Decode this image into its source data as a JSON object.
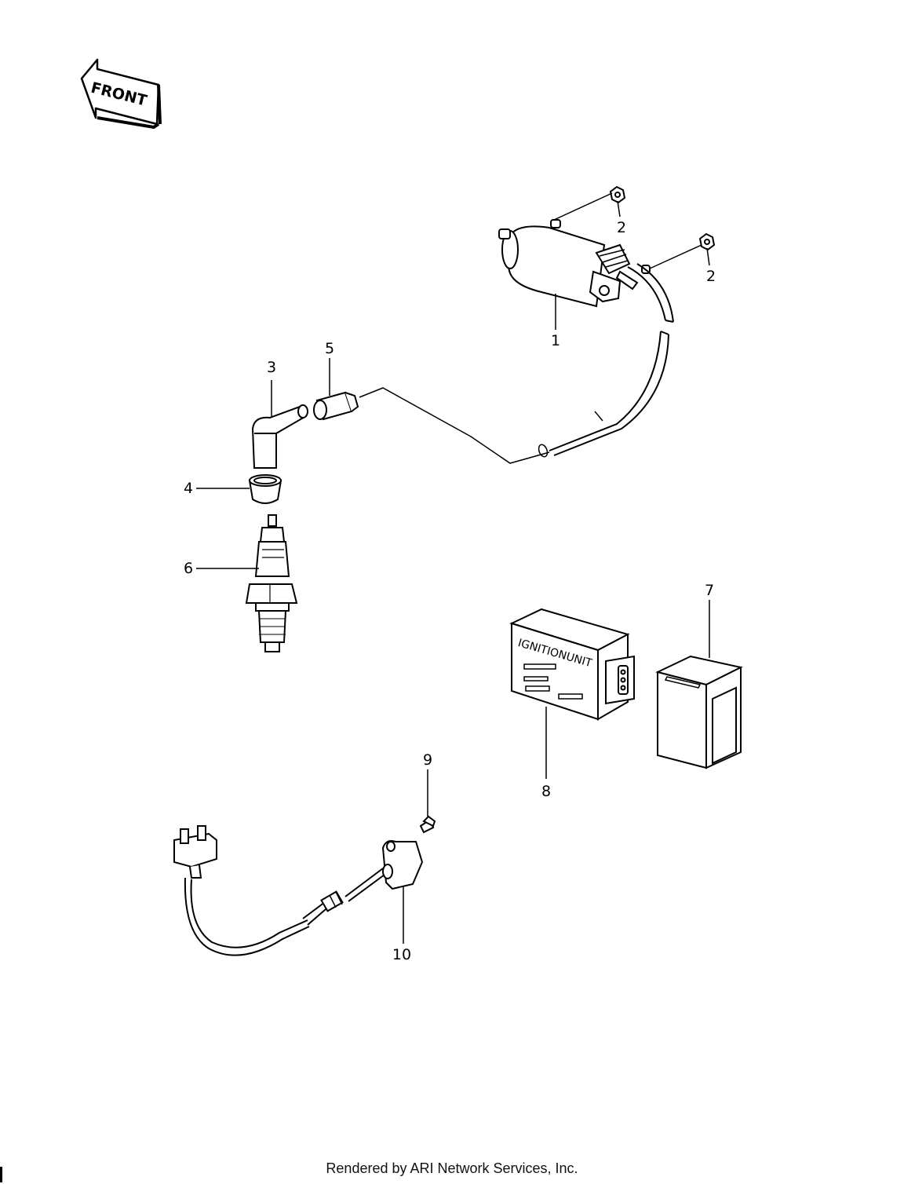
{
  "front_arrow_label": "FRONT",
  "ignition_unit_label": "IGNITIONUNIT",
  "callouts": {
    "c1": "1",
    "c2a": "2",
    "c2b": "2",
    "c3": "3",
    "c4": "4",
    "c5": "5",
    "c6": "6",
    "c7": "7",
    "c8": "8",
    "c9": "9",
    "c10": "10"
  },
  "footer": "Rendered by ARI Network Services, Inc."
}
